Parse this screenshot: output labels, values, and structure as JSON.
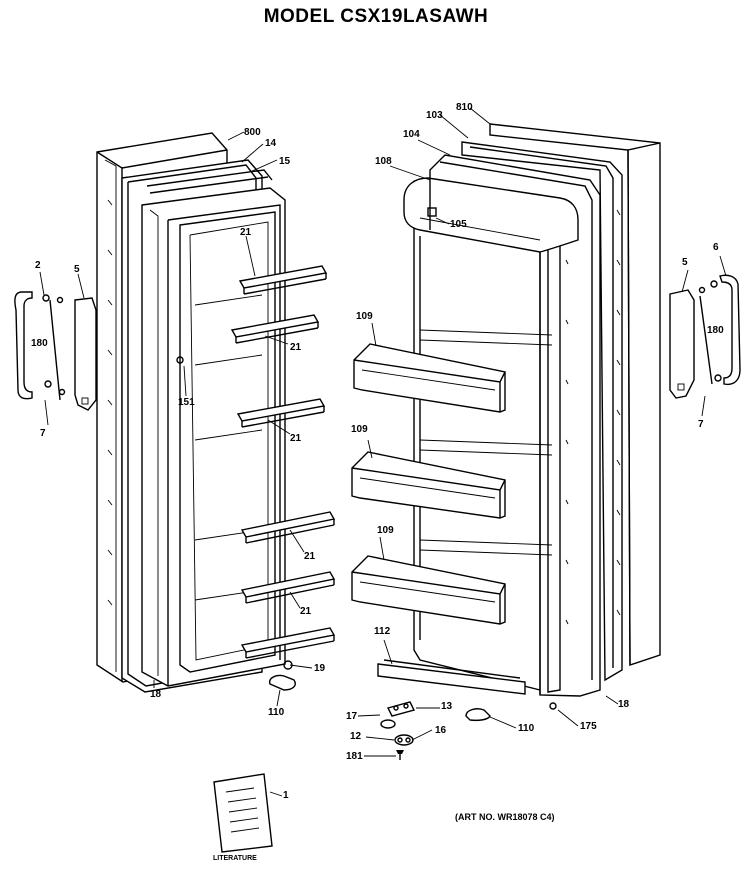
{
  "title": "MODEL CSX19LASAWH",
  "art_number": "(ART NO. WR18078 C4)",
  "literature_label": "LITERATURE",
  "callouts": {
    "c800": "800",
    "c14": "14",
    "c15": "15",
    "c21a": "21",
    "c21b": "21",
    "c21c": "21",
    "c21d": "21",
    "c21e": "21",
    "c151": "151",
    "c2": "2",
    "c5l": "5",
    "c180l": "180",
    "c7l": "7",
    "c18l": "18",
    "c19": "19",
    "c110l": "110",
    "c810": "810",
    "c103": "103",
    "c104": "104",
    "c108": "108",
    "c105": "105",
    "c109a": "109",
    "c109b": "109",
    "c109c": "109",
    "c112": "112",
    "c6": "6",
    "c5r": "5",
    "c180r": "180",
    "c7r": "7",
    "c18r": "18",
    "c17": "17",
    "c13": "13",
    "c16": "16",
    "c12": "12",
    "c181": "181",
    "c110r": "110",
    "c175": "175",
    "c1": "1"
  }
}
